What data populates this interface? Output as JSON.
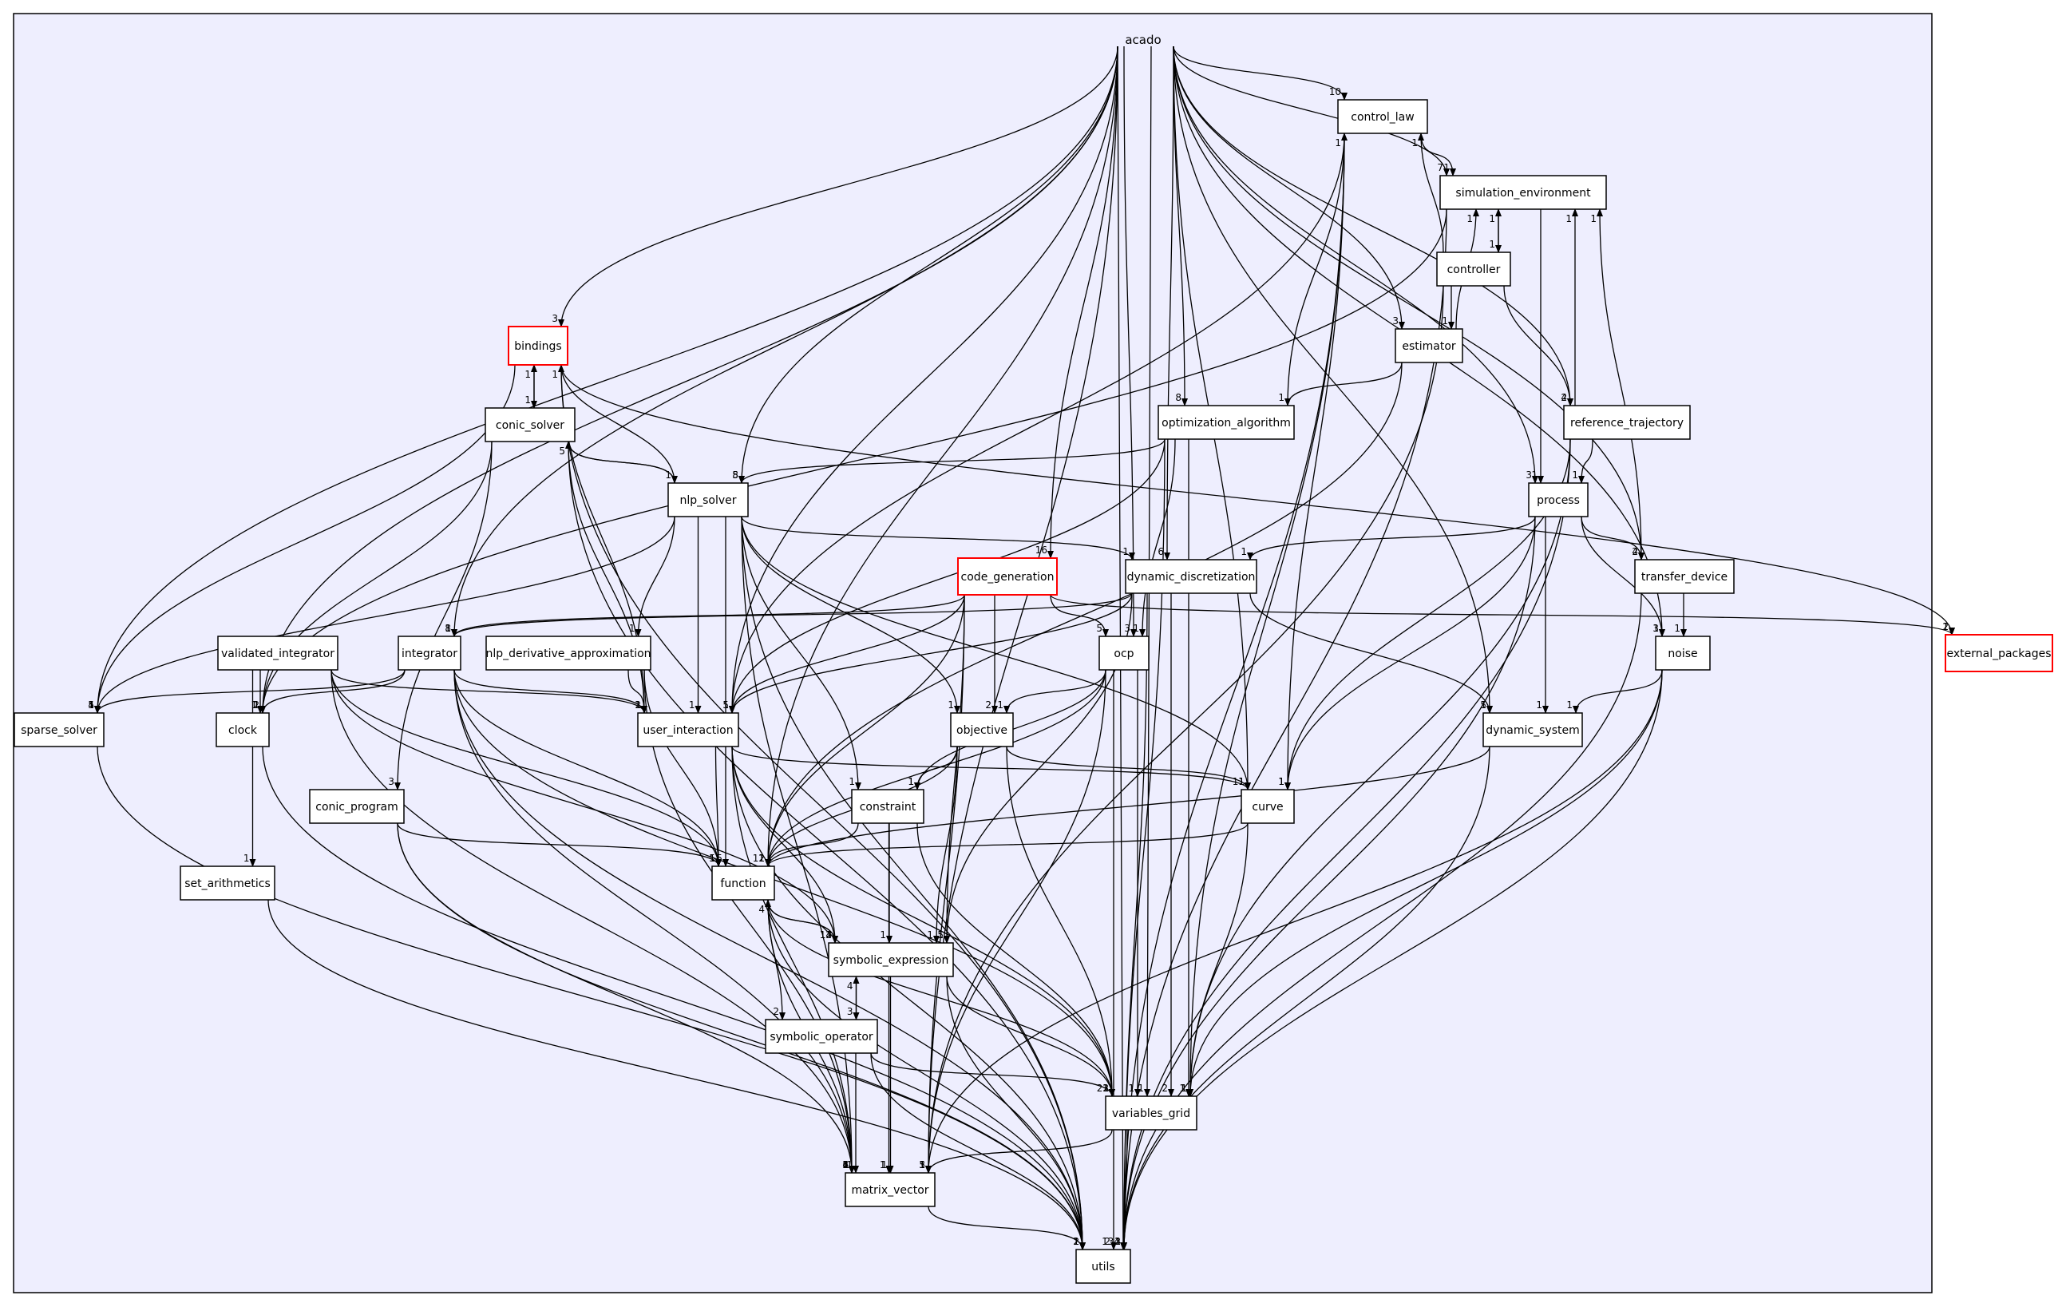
{
  "graph": {
    "cluster_label": "acado",
    "colors": {
      "background": "#eeeefe",
      "border": "#000000",
      "node_fill": "#ffffff",
      "highlight": "#ff0000",
      "edge": "#000000"
    },
    "nodes": [
      {
        "id": "control_law",
        "label": "control_law"
      },
      {
        "id": "simulation_environment",
        "label": "simulation_environment"
      },
      {
        "id": "controller",
        "label": "controller"
      },
      {
        "id": "estimator",
        "label": "estimator"
      },
      {
        "id": "bindings",
        "label": "bindings",
        "highlight": true
      },
      {
        "id": "conic_solver",
        "label": "conic_solver"
      },
      {
        "id": "optimization_algorithm",
        "label": "optimization_algorithm"
      },
      {
        "id": "reference_trajectory",
        "label": "reference_trajectory"
      },
      {
        "id": "nlp_solver",
        "label": "nlp_solver"
      },
      {
        "id": "process",
        "label": "process"
      },
      {
        "id": "code_generation",
        "label": "code_generation",
        "highlight": true
      },
      {
        "id": "dynamic_discretization",
        "label": "dynamic_discretization"
      },
      {
        "id": "transfer_device",
        "label": "transfer_device"
      },
      {
        "id": "validated_integrator",
        "label": "validated_integrator"
      },
      {
        "id": "integrator",
        "label": "integrator"
      },
      {
        "id": "nlp_derivative_approximation",
        "label": "nlp_derivative_approximation"
      },
      {
        "id": "ocp",
        "label": "ocp"
      },
      {
        "id": "noise",
        "label": "noise"
      },
      {
        "id": "external_packages",
        "label": "external_packages",
        "highlight": true
      },
      {
        "id": "sparse_solver",
        "label": "sparse_solver"
      },
      {
        "id": "clock",
        "label": "clock"
      },
      {
        "id": "user_interaction",
        "label": "user_interaction"
      },
      {
        "id": "objective",
        "label": "objective"
      },
      {
        "id": "dynamic_system",
        "label": "dynamic_system"
      },
      {
        "id": "conic_program",
        "label": "conic_program"
      },
      {
        "id": "constraint",
        "label": "constraint"
      },
      {
        "id": "curve",
        "label": "curve"
      },
      {
        "id": "set_arithmetics",
        "label": "set_arithmetics"
      },
      {
        "id": "function",
        "label": "function"
      },
      {
        "id": "symbolic_expression",
        "label": "symbolic_expression"
      },
      {
        "id": "symbolic_operator",
        "label": "symbolic_operator"
      },
      {
        "id": "variables_grid",
        "label": "variables_grid"
      },
      {
        "id": "matrix_vector",
        "label": "matrix_vector"
      },
      {
        "id": "utils",
        "label": "utils"
      }
    ],
    "edges": [
      {
        "from": "acado",
        "to": "control_law",
        "label": "10"
      },
      {
        "from": "acado",
        "to": "simulation_environment",
        "label": "7"
      },
      {
        "from": "acado",
        "to": "bindings",
        "label": "3"
      },
      {
        "from": "acado",
        "to": "estimator",
        "label": "3"
      },
      {
        "from": "acado",
        "to": "optimization_algorithm",
        "label": "8"
      },
      {
        "from": "acado",
        "to": "reference_trajectory",
        "label": "4"
      },
      {
        "from": "acado",
        "to": "nlp_solver",
        "label": "8"
      },
      {
        "from": "acado",
        "to": "process",
        "label": "3"
      },
      {
        "from": "acado",
        "to": "code_generation",
        "label": "16"
      },
      {
        "from": "acado",
        "to": "dynamic_discretization",
        "label": "6"
      },
      {
        "from": "acado",
        "to": "transfer_device",
        "label": "4"
      },
      {
        "from": "acado",
        "to": "integrator",
        "label": "8"
      },
      {
        "from": "acado",
        "to": "ocp",
        "label": "3"
      },
      {
        "from": "acado",
        "to": "noise",
        "label": "3"
      },
      {
        "from": "acado",
        "to": "sparse_solver",
        "label": "4"
      },
      {
        "from": "acado",
        "to": "clock",
        "label": "2"
      },
      {
        "from": "acado",
        "to": "user_interaction",
        "label": "5"
      },
      {
        "from": "acado",
        "to": "dynamic_system",
        "label": "5"
      },
      {
        "from": "acado",
        "to": "curve",
        "label": "11"
      },
      {
        "from": "acado",
        "to": "function",
        "label": "12"
      },
      {
        "from": "acado",
        "to": "matrix_vector",
        "label": "5"
      },
      {
        "from": "acado",
        "to": "variables_grid",
        "label": "1"
      },
      {
        "from": "acado",
        "to": "utils",
        "label": "134"
      },
      {
        "from": "control_law",
        "to": "simulation_environment",
        "label": "1"
      },
      {
        "from": "control_law",
        "to": "curve",
        "label": "1"
      },
      {
        "from": "control_law",
        "to": "user_interaction",
        "label": "1"
      },
      {
        "from": "control_law",
        "to": "variables_grid",
        "label": "1"
      },
      {
        "from": "control_law",
        "to": "utils",
        "label": "1"
      },
      {
        "from": "controller",
        "to": "control_law",
        "label": "1"
      },
      {
        "from": "controller",
        "to": "simulation_environment",
        "label": "1"
      },
      {
        "from": "controller",
        "to": "estimator",
        "label": "1"
      },
      {
        "from": "controller",
        "to": "reference_trajectory",
        "label": "2"
      },
      {
        "from": "controller",
        "to": "matrix_vector",
        "label": "1"
      },
      {
        "from": "simulation_environment",
        "to": "controller",
        "label": "1"
      },
      {
        "from": "simulation_environment",
        "to": "process",
        "label": "1"
      },
      {
        "from": "simulation_environment",
        "to": "clock",
        "label": "1"
      },
      {
        "from": "simulation_environment",
        "to": "utils",
        "label": "1"
      },
      {
        "from": "estimator",
        "to": "simulation_environment",
        "label": "1"
      },
      {
        "from": "estimator",
        "to": "optimization_algorithm",
        "label": "1"
      },
      {
        "from": "estimator",
        "to": "function",
        "label": "1"
      },
      {
        "from": "bindings",
        "to": "conic_solver",
        "label": "1"
      },
      {
        "from": "bindings",
        "to": "external_packages",
        "label": "1"
      },
      {
        "from": "bindings",
        "to": "sparse_solver",
        "label": "1"
      },
      {
        "from": "bindings",
        "to": "user_interaction",
        "label": "2"
      },
      {
        "from": "bindings",
        "to": "utils",
        "label": "1"
      },
      {
        "from": "conic_solver",
        "to": "bindings",
        "label": "1"
      },
      {
        "from": "conic_solver",
        "to": "nlp_solver",
        "label": "1"
      },
      {
        "from": "conic_solver",
        "to": "conic_program",
        "label": "3"
      },
      {
        "from": "conic_solver",
        "to": "clock",
        "label": "1"
      },
      {
        "from": "conic_solver",
        "to": "user_interaction",
        "label": "1"
      },
      {
        "from": "conic_solver",
        "to": "utils",
        "label": "1"
      },
      {
        "from": "optimization_algorithm",
        "to": "control_law",
        "label": "1"
      },
      {
        "from": "optimization_algorithm",
        "to": "nlp_solver",
        "label": "5"
      },
      {
        "from": "optimization_algorithm",
        "to": "ocp",
        "label": "1"
      },
      {
        "from": "optimization_algorithm",
        "to": "user_interaction",
        "label": "1"
      },
      {
        "from": "optimization_algorithm",
        "to": "variables_grid",
        "label": "1"
      },
      {
        "from": "optimization_algorithm",
        "to": "utils",
        "label": "1"
      },
      {
        "from": "reference_trajectory",
        "to": "simulation_environment",
        "label": "1"
      },
      {
        "from": "reference_trajectory",
        "to": "process",
        "label": "1"
      },
      {
        "from": "reference_trajectory",
        "to": "curve",
        "label": "1"
      },
      {
        "from": "reference_trajectory",
        "to": "variables_grid",
        "label": "1"
      },
      {
        "from": "reference_trajectory",
        "to": "utils",
        "label": "1"
      },
      {
        "from": "nlp_solver",
        "to": "conic_solver",
        "label": "5"
      },
      {
        "from": "nlp_solver",
        "to": "bindings",
        "label": "1"
      },
      {
        "from": "nlp_solver",
        "to": "dynamic_discretization",
        "label": "1"
      },
      {
        "from": "nlp_solver",
        "to": "nlp_derivative_approximation",
        "label": "1"
      },
      {
        "from": "nlp_solver",
        "to": "sparse_solver",
        "label": "5"
      },
      {
        "from": "nlp_solver",
        "to": "user_interaction",
        "label": "1"
      },
      {
        "from": "nlp_solver",
        "to": "objective",
        "label": "1"
      },
      {
        "from": "nlp_solver",
        "to": "constraint",
        "label": "1"
      },
      {
        "from": "nlp_solver",
        "to": "curve",
        "label": "1"
      },
      {
        "from": "nlp_solver",
        "to": "function",
        "label": "5"
      },
      {
        "from": "nlp_solver",
        "to": "matrix_vector",
        "label": "1"
      },
      {
        "from": "nlp_solver",
        "to": "utils",
        "label": "1"
      },
      {
        "from": "process",
        "to": "dynamic_discretization",
        "label": "1"
      },
      {
        "from": "process",
        "to": "transfer_device",
        "label": "2"
      },
      {
        "from": "process",
        "to": "noise",
        "label": "1"
      },
      {
        "from": "process",
        "to": "dynamic_system",
        "label": "1"
      },
      {
        "from": "process",
        "to": "curve",
        "label": "1"
      },
      {
        "from": "process",
        "to": "utils",
        "label": "1"
      },
      {
        "from": "code_generation",
        "to": "ocp",
        "label": "5"
      },
      {
        "from": "code_generation",
        "to": "external_packages",
        "label": "2"
      },
      {
        "from": "code_generation",
        "to": "integrator",
        "label": "1"
      },
      {
        "from": "code_generation",
        "to": "user_interaction",
        "label": "1"
      },
      {
        "from": "code_generation",
        "to": "objective",
        "label": "2"
      },
      {
        "from": "code_generation",
        "to": "function",
        "label": "1"
      },
      {
        "from": "code_generation",
        "to": "symbolic_expression",
        "label": "5"
      },
      {
        "from": "code_generation",
        "to": "matrix_vector",
        "label": "1"
      },
      {
        "from": "dynamic_discretization",
        "to": "integrator",
        "label": "1"
      },
      {
        "from": "dynamic_discretization",
        "to": "dynamic_system",
        "label": "1"
      },
      {
        "from": "dynamic_discretization",
        "to": "user_interaction",
        "label": "1"
      },
      {
        "from": "dynamic_discretization",
        "to": "symbolic_expression",
        "label": "1"
      },
      {
        "from": "dynamic_discretization",
        "to": "variables_grid",
        "label": "2"
      },
      {
        "from": "dynamic_discretization",
        "to": "utils",
        "label": "2"
      },
      {
        "from": "transfer_device",
        "to": "simulation_environment",
        "label": "1"
      },
      {
        "from": "transfer_device",
        "to": "noise",
        "label": "1"
      },
      {
        "from": "transfer_device",
        "to": "utils",
        "label": "1"
      },
      {
        "from": "validated_integrator",
        "to": "clock",
        "label": "1"
      },
      {
        "from": "validated_integrator",
        "to": "set_arithmetics",
        "label": "1"
      },
      {
        "from": "validated_integrator",
        "to": "user_interaction",
        "label": "1"
      },
      {
        "from": "validated_integrator",
        "to": "function",
        "label": "1"
      },
      {
        "from": "validated_integrator",
        "to": "symbolic_expression",
        "label": "12"
      },
      {
        "from": "validated_integrator",
        "to": "matrix_vector",
        "label": "1"
      },
      {
        "from": "integrator",
        "to": "sparse_solver",
        "label": "1"
      },
      {
        "from": "integrator",
        "to": "clock",
        "label": "1"
      },
      {
        "from": "integrator",
        "to": "user_interaction",
        "label": "1"
      },
      {
        "from": "integrator",
        "to": "function",
        "label": "5"
      },
      {
        "from": "integrator",
        "to": "variables_grid",
        "label": "1"
      },
      {
        "from": "integrator",
        "to": "matrix_vector",
        "label": "4"
      },
      {
        "from": "integrator",
        "to": "utils",
        "label": "2"
      },
      {
        "from": "nlp_derivative_approximation",
        "to": "user_interaction",
        "label": "1"
      },
      {
        "from": "nlp_derivative_approximation",
        "to": "function",
        "label": "1"
      },
      {
        "from": "nlp_derivative_approximation",
        "to": "matrix_vector",
        "label": "1"
      },
      {
        "from": "ocp",
        "to": "objective",
        "label": "1"
      },
      {
        "from": "ocp",
        "to": "constraint",
        "label": "1"
      },
      {
        "from": "ocp",
        "to": "function",
        "label": "1"
      },
      {
        "from": "ocp",
        "to": "variables_grid",
        "label": "1"
      },
      {
        "from": "ocp",
        "to": "matrix_vector",
        "label": "1"
      },
      {
        "from": "ocp",
        "to": "utils",
        "label": "2"
      },
      {
        "from": "noise",
        "to": "dynamic_system",
        "label": "1"
      },
      {
        "from": "noise",
        "to": "variables_grid",
        "label": "1"
      },
      {
        "from": "noise",
        "to": "matrix_vector",
        "label": "1"
      },
      {
        "from": "noise",
        "to": "utils",
        "label": "3"
      },
      {
        "from": "sparse_solver",
        "to": "utils",
        "label": "1"
      },
      {
        "from": "clock",
        "to": "utils",
        "label": "1"
      },
      {
        "from": "user_interaction",
        "to": "curve",
        "label": "1"
      },
      {
        "from": "user_interaction",
        "to": "function",
        "label": "1"
      },
      {
        "from": "user_interaction",
        "to": "symbolic_expression",
        "label": "4"
      },
      {
        "from": "user_interaction",
        "to": "variables_grid",
        "label": "23"
      },
      {
        "from": "user_interaction",
        "to": "matrix_vector",
        "label": "2"
      },
      {
        "from": "user_interaction",
        "to": "utils",
        "label": "1"
      },
      {
        "from": "objective",
        "to": "constraint",
        "label": "1"
      },
      {
        "from": "objective",
        "to": "curve",
        "label": "1"
      },
      {
        "from": "objective",
        "to": "function",
        "label": "1"
      },
      {
        "from": "objective",
        "to": "symbolic_expression",
        "label": "1"
      },
      {
        "from": "objective",
        "to": "variables_grid",
        "label": "1"
      },
      {
        "from": "dynamic_system",
        "to": "function",
        "label": "1"
      },
      {
        "from": "dynamic_system",
        "to": "utils",
        "label": "1"
      },
      {
        "from": "conic_program",
        "to": "function",
        "label": "1"
      },
      {
        "from": "conic_program",
        "to": "matrix_vector",
        "label": "1"
      },
      {
        "from": "conic_program",
        "to": "utils",
        "label": "1"
      },
      {
        "from": "constraint",
        "to": "function",
        "label": "1"
      },
      {
        "from": "constraint",
        "to": "symbolic_expression",
        "label": "1"
      },
      {
        "from": "constraint",
        "to": "variables_grid",
        "label": "1"
      },
      {
        "from": "constraint",
        "to": "matrix_vector",
        "label": "1"
      },
      {
        "from": "curve",
        "to": "function",
        "label": "1"
      },
      {
        "from": "curve",
        "to": "variables_grid",
        "label": "1"
      },
      {
        "from": "set_arithmetics",
        "to": "utils",
        "label": "1"
      },
      {
        "from": "function",
        "to": "symbolic_expression",
        "label": "13"
      },
      {
        "from": "function",
        "to": "symbolic_operator",
        "label": "2"
      },
      {
        "from": "function",
        "to": "variables_grid",
        "label": "1"
      },
      {
        "from": "function",
        "to": "matrix_vector",
        "label": "6"
      },
      {
        "from": "function",
        "to": "utils",
        "label": "1"
      },
      {
        "from": "symbolic_expression",
        "to": "function",
        "label": "4"
      },
      {
        "from": "symbolic_expression",
        "to": "symbolic_operator",
        "label": "3"
      },
      {
        "from": "symbolic_expression",
        "to": "variables_grid",
        "label": "2"
      },
      {
        "from": "symbolic_expression",
        "to": "matrix_vector",
        "label": "1"
      },
      {
        "from": "symbolic_expression",
        "to": "utils",
        "label": "1"
      },
      {
        "from": "symbolic_operator",
        "to": "symbolic_expression",
        "label": "4"
      },
      {
        "from": "symbolic_operator",
        "to": "variables_grid",
        "label": "1"
      },
      {
        "from": "symbolic_operator",
        "to": "matrix_vector",
        "label": "1"
      },
      {
        "from": "symbolic_operator",
        "to": "utils",
        "label": "1"
      },
      {
        "from": "variables_grid",
        "to": "matrix_vector",
        "label": "3"
      },
      {
        "from": "variables_grid",
        "to": "utils",
        "label": "1"
      },
      {
        "from": "matrix_vector",
        "to": "utils",
        "label": "2"
      }
    ]
  }
}
